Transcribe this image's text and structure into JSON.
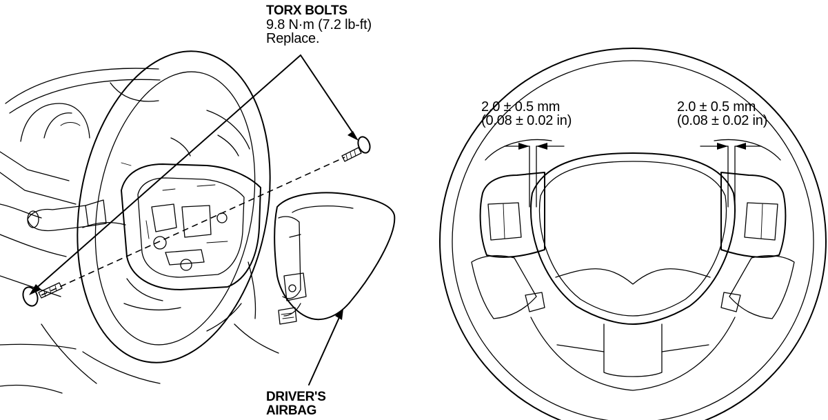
{
  "labels": {
    "torx_title": "TORX BOLTS",
    "torx_torque": "9.8 N·m (7.2 lb-ft)",
    "torx_note": "Replace.",
    "airbag_line1": "DRIVER'S",
    "airbag_line2": "AIRBAG",
    "gap_left_mm": "2.0 ± 0.5 mm",
    "gap_left_in": "(0.08 ± 0.02 in)",
    "gap_right_mm": "2.0 ± 0.5 mm",
    "gap_right_in": "(0.08 ± 0.02 in)"
  }
}
